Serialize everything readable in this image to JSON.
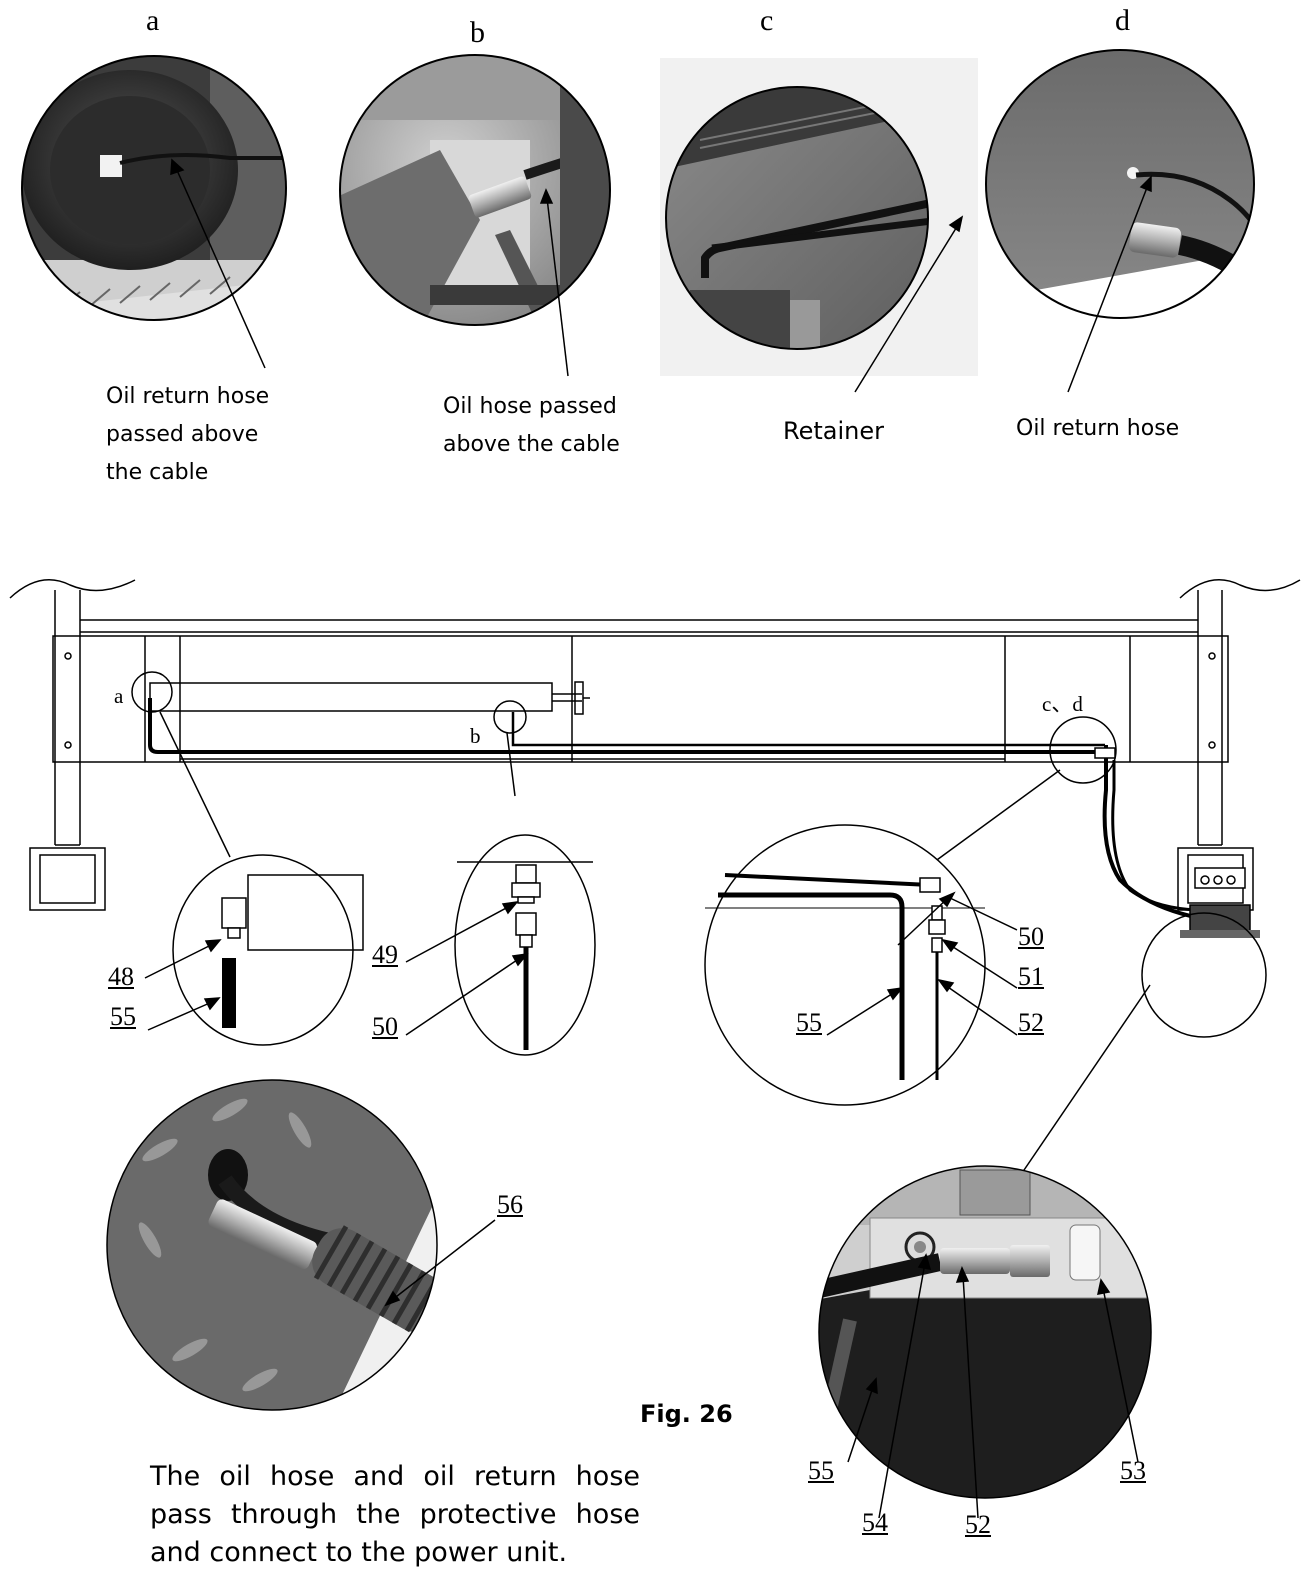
{
  "photos": {
    "a": {
      "letter": "a",
      "caption": [
        "Oil return hose",
        "passed above",
        "the cable"
      ]
    },
    "b": {
      "letter": "b",
      "caption": [
        "Oil hose passed",
        "above the cable"
      ]
    },
    "c": {
      "letter": "c",
      "caption": [
        "Retainer"
      ]
    },
    "d": {
      "letter": "d",
      "caption": [
        "Oil return hose"
      ]
    }
  },
  "drawing_labels": {
    "a": "a",
    "b": "b",
    "cd": "c、d"
  },
  "parts": {
    "p48": "48",
    "p49": "49",
    "p50a": "50",
    "p50b": "50",
    "p51": "51",
    "p52a": "52",
    "p52b": "52",
    "p53": "53",
    "p54": "54",
    "p55a": "55",
    "p55b": "55",
    "p55c": "55",
    "p56": "56"
  },
  "figure_label": "Fig. 26",
  "bottom_text": "The oil hose and oil return hose pass through the protective hose and connect to the power unit.",
  "colors": {
    "ink": "#000000",
    "photo_dark": "#2a2a2a",
    "photo_mid": "#8a8a8a",
    "photo_light": "#cfcfcf"
  }
}
